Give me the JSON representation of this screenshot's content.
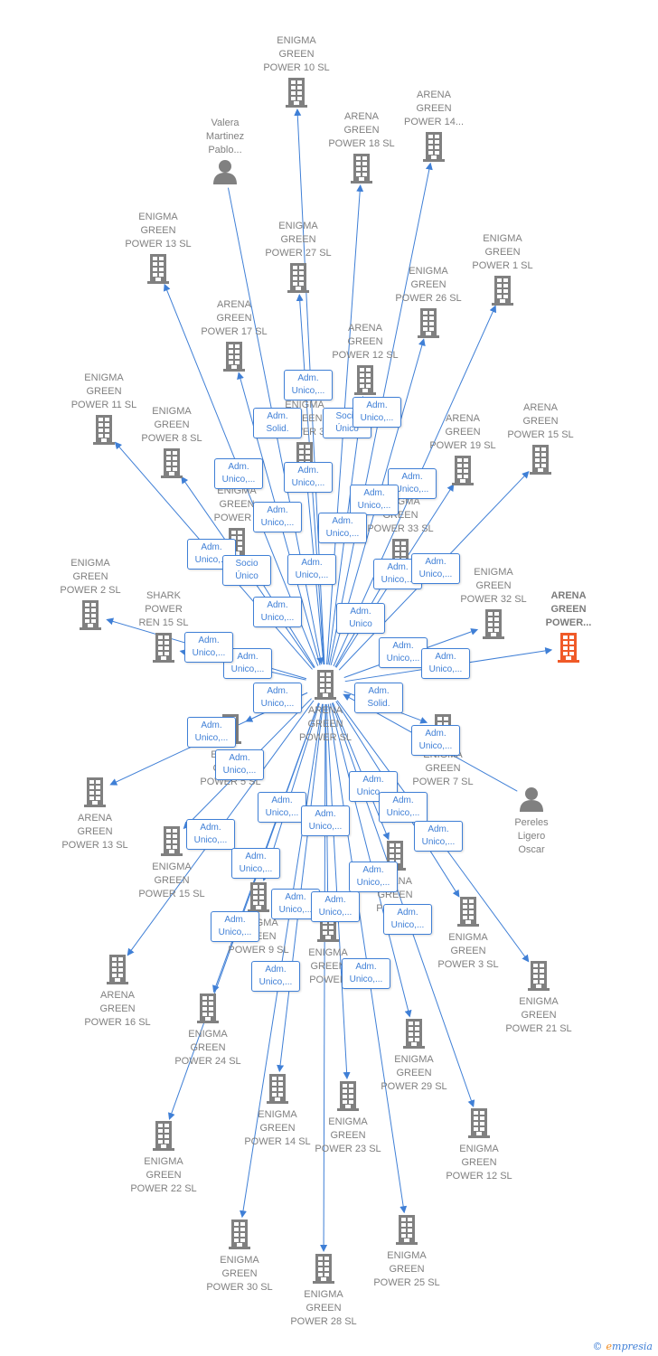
{
  "colors": {
    "edge": "#3f7fd6",
    "node": "#808080",
    "highlight": "#f05a28",
    "role_border": "#3f7fd6"
  },
  "center": {
    "id": "center",
    "label": "ARENA\nGREEN\nPOWER  SL",
    "icon": "building-icon"
  },
  "nodes": [
    {
      "id": "enigma-10",
      "label": "ENIGMA\nGREEN\nPOWER 10  SL",
      "icon": "building-icon"
    },
    {
      "id": "valera",
      "label": "Valera\nMartinez\nPablo...",
      "icon": "person-icon"
    },
    {
      "id": "arena-18",
      "label": "ARENA\nGREEN\nPOWER 18  SL",
      "icon": "building-icon"
    },
    {
      "id": "arena-14b",
      "label": "ARENA\nGREEN\nPOWER 14...",
      "icon": "building-icon"
    },
    {
      "id": "enigma-13",
      "label": "ENIGMA\nGREEN\nPOWER 13  SL",
      "icon": "building-icon"
    },
    {
      "id": "enigma-27",
      "label": "ENIGMA\nGREEN\nPOWER 27  SL",
      "icon": "building-icon"
    },
    {
      "id": "enigma-1",
      "label": "ENIGMA\nGREEN\nPOWER 1  SL",
      "icon": "building-icon"
    },
    {
      "id": "enigma-26",
      "label": "ENIGMA\nGREEN\nPOWER 26  SL",
      "icon": "building-icon"
    },
    {
      "id": "arena-17",
      "label": "ARENA\nGREEN\nPOWER 17  SL",
      "icon": "building-icon"
    },
    {
      "id": "arena-12",
      "label": "ARENA\nGREEN\nPOWER 12  SL",
      "icon": "building-icon"
    },
    {
      "id": "enigma-11",
      "label": "ENIGMA\nGREEN\nPOWER 11  SL",
      "icon": "building-icon"
    },
    {
      "id": "enigma-31",
      "label": "ENIGMA\nGREEN\nPOWER 31",
      "icon": "building-icon"
    },
    {
      "id": "enigma-8",
      "label": "ENIGMA\nGREEN\nPOWER 8  SL",
      "icon": "building-icon"
    },
    {
      "id": "arena-19",
      "label": "ARENA\nGREEN\nPOWER 19  SL",
      "icon": "building-icon"
    },
    {
      "id": "arena-15",
      "label": "ARENA\nGREEN\nPOWER 15  SL",
      "icon": "building-icon"
    },
    {
      "id": "enigma-6",
      "label": "ENIGMA\nGREEN\nPOWER 6",
      "icon": "building-icon"
    },
    {
      "id": "enigma-33",
      "label": "ENIGMA\nGREEN\nPOWER 33  SL",
      "icon": "building-icon"
    },
    {
      "id": "enigma-2",
      "label": "ENIGMA\nGREEN\nPOWER 2  SL",
      "icon": "building-icon"
    },
    {
      "id": "enigma-32",
      "label": "ENIGMA\nGREEN\nPOWER 32  SL",
      "icon": "building-icon"
    },
    {
      "id": "arena-power",
      "label": "ARENA\nGREEN\nPOWER...",
      "icon": "building-icon",
      "highlight": true
    },
    {
      "id": "shark-15",
      "label": "SHARK\nPOWER\nREN 15  SL",
      "icon": "building-icon"
    },
    {
      "id": "enigma-7",
      "label": "ENIGMA\nGREEN\nPOWER 7  SL",
      "icon": "building-icon"
    },
    {
      "id": "enigma-5",
      "label": "ENIGMA\nGREEN\nPOWER 5  SL",
      "icon": "building-icon"
    },
    {
      "id": "pereles",
      "label": "Pereles\nLigero\nOscar",
      "icon": "person-icon"
    },
    {
      "id": "arena-13",
      "label": "ARENA\nGREEN\nPOWER 13  SL",
      "icon": "building-icon"
    },
    {
      "id": "enigma-15",
      "label": "ENIGMA\nGREEN\nPOWER 15  SL",
      "icon": "building-icon"
    },
    {
      "id": "arena-green",
      "label": "ARENA\nGREEN\nPOWER",
      "icon": "building-icon"
    },
    {
      "id": "enigma-9",
      "label": "ENIGMA\nGREEN\nPOWER 9  SL",
      "icon": "building-icon"
    },
    {
      "id": "enigma-x",
      "label": "ENIGMA\nGREEN\nPOWER",
      "icon": "building-icon"
    },
    {
      "id": "enigma-3",
      "label": "ENIGMA\nGREEN\nPOWER 3  SL",
      "icon": "building-icon"
    },
    {
      "id": "arena-16",
      "label": "ARENA\nGREEN\nPOWER 16  SL",
      "icon": "building-icon"
    },
    {
      "id": "enigma-21",
      "label": "ENIGMA\nGREEN\nPOWER 21  SL",
      "icon": "building-icon"
    },
    {
      "id": "enigma-24",
      "label": "ENIGMA\nGREEN\nPOWER 24  SL",
      "icon": "building-icon"
    },
    {
      "id": "enigma-29",
      "label": "ENIGMA\nGREEN\nPOWER 29  SL",
      "icon": "building-icon"
    },
    {
      "id": "enigma-14",
      "label": "ENIGMA\nGREEN\nPOWER 14  SL",
      "icon": "building-icon"
    },
    {
      "id": "enigma-23",
      "label": "ENIGMA\nGREEN\nPOWER 23  SL",
      "icon": "building-icon"
    },
    {
      "id": "arena-12b",
      "label": "ENIGMA\nGREEN\nPOWER 12  SL",
      "icon": "building-icon"
    },
    {
      "id": "enigma-22",
      "label": "ENIGMA\nGREEN\nPOWER 22  SL",
      "icon": "building-icon"
    },
    {
      "id": "enigma-30",
      "label": "ENIGMA\nGREEN\nPOWER 30  SL",
      "icon": "building-icon"
    },
    {
      "id": "enigma-25",
      "label": "ENIGMA\nGREEN\nPOWER 25  SL",
      "icon": "building-icon"
    },
    {
      "id": "enigma-28",
      "label": "ENIGMA\nGREEN\nPOWER 28  SL",
      "icon": "building-icon"
    }
  ],
  "roles": [
    "Adm.\nUnico,...",
    "Adm.\nSolid.",
    "Socio\nÚnico",
    "Adm.\nUnico,...",
    "Adm.\nUnico,...",
    "Adm.\nUnico,...",
    "Adm.\nUnico,...",
    "Adm.\nUnico,...",
    "Adm.\nUnico,...",
    "Adm.\nUnico,...",
    "Adm.\nUnico,...",
    "Socio\nÚnico",
    "Adm.\nUnico,...",
    "Adm.\nUnico,...",
    "Adm.\nUnico,...",
    "Adm.\nUnico,...",
    "Adm.\nUnico",
    "Adm.\nUnico,...",
    "Adm.\nUnico,...",
    "Adm.\nUnico,...",
    "Adm.\nUnico,...",
    "Adm.\nUnico,...",
    "Adm.\nSolid.",
    "Adm.\nUnico,...",
    "Adm.\nUnico,...",
    "Adm.\nUnico,...",
    "Adm.\nUnico,...",
    "Adm.\nUnico,...",
    "Adm.\nUnico,...",
    "Adm.\nUnico,...",
    "Adm.\nUnico,...",
    "Adm.\nUnico,...",
    "Adm.\nUnico,...",
    "Adm.\nUnico,...",
    "Adm.\nUnico,...",
    "Adm.\nUnico,...",
    "Adm.\nUnico,...",
    "Adm.\nUnico,...",
    "Adm.\nUnico,...",
    "Adm.\nUnico,..."
  ],
  "brand": {
    "copyright": "©",
    "initial": "e",
    "name": "mpresia"
  }
}
